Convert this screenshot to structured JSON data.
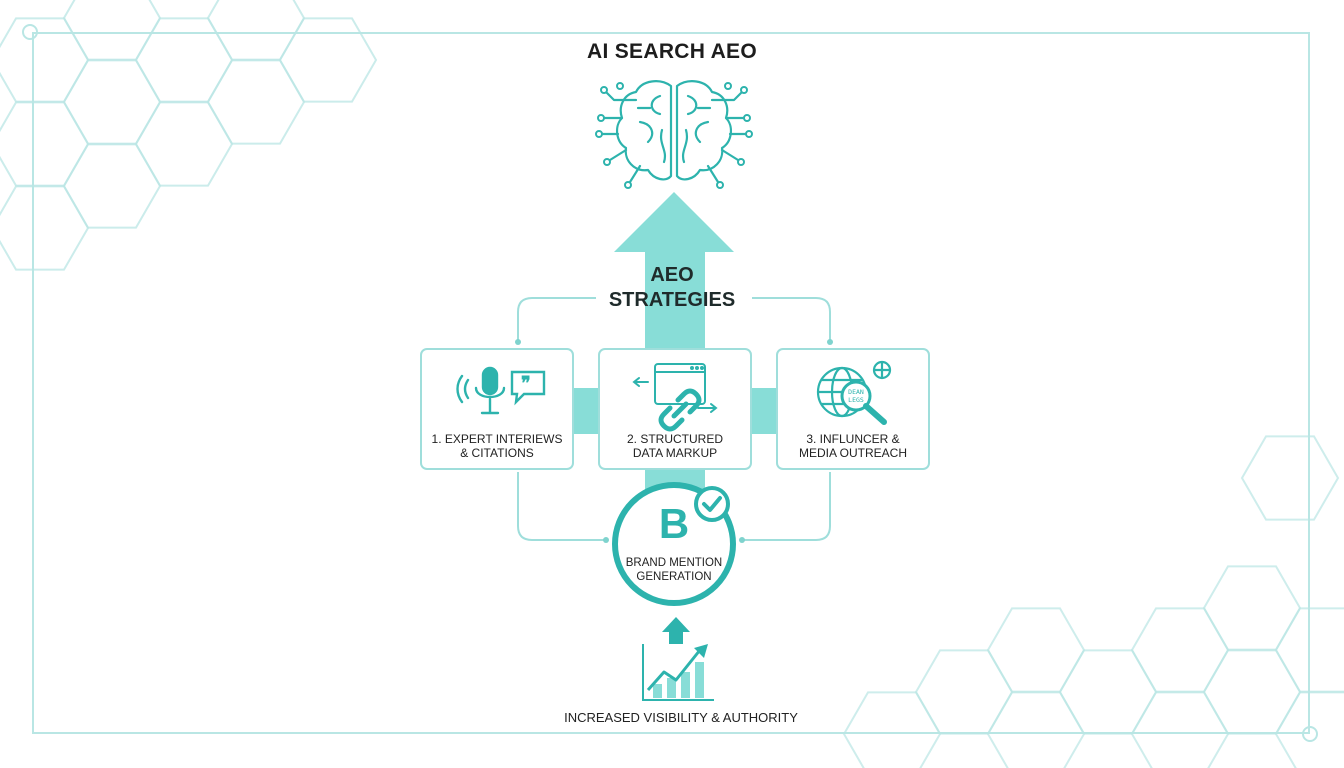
{
  "title": "AI SEARCH AEO",
  "strategies": {
    "line1": "AEO",
    "line2": "STRATEGIES"
  },
  "cards": [
    {
      "line1": "1. EXPERT INTERIEWS",
      "line2": "& CITATIONS",
      "icon": "microphone-speech-icon"
    },
    {
      "line1": "2. STRUCTURED",
      "line2": "DATA MARKUP",
      "icon": "browser-link-icon"
    },
    {
      "line1": "3. INFLUNCER &",
      "line2": "MEDIA OUTREACH",
      "icon": "globe-magnifier-icon"
    }
  ],
  "brand": {
    "letter": "B",
    "line1": "BRAND MENTION",
    "line2": "GENERATION"
  },
  "bottom": {
    "label": "INCREASED VISIBILITY & AUTHORITY"
  },
  "colors": {
    "accent": "#2db3ad",
    "arrow": "#88ddd7",
    "frame": "#b9e6e4"
  }
}
